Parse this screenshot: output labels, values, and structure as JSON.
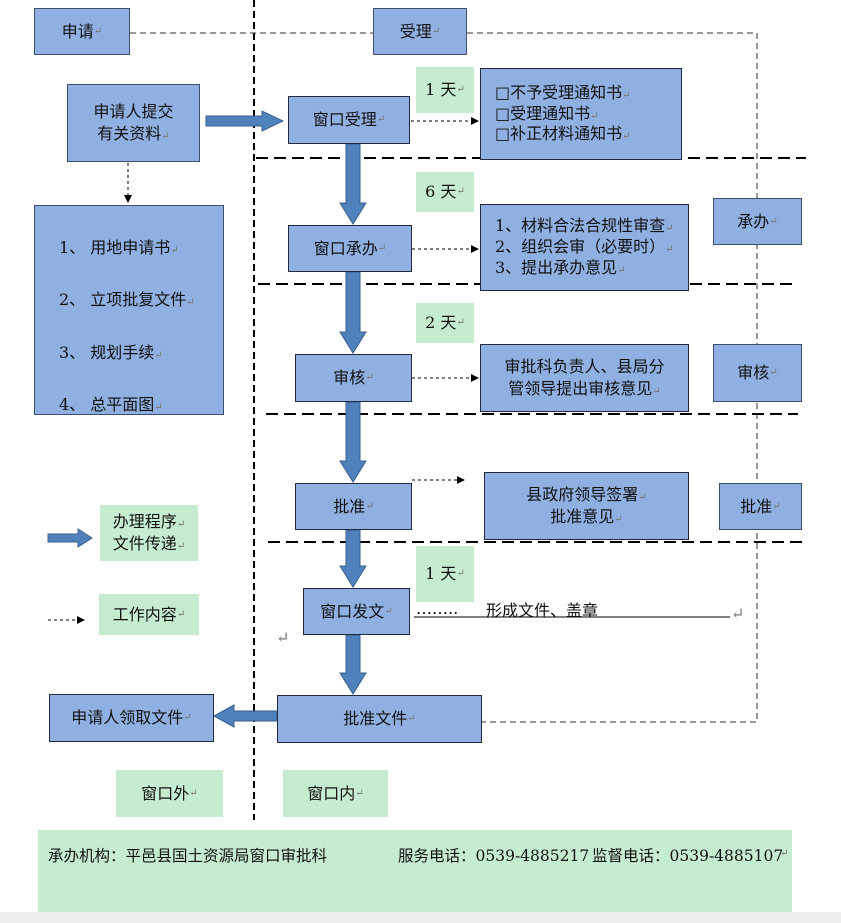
{
  "lanes": {
    "top_left": "申请",
    "top_mid": "受理",
    "outside": "窗口外",
    "inside": "窗口内"
  },
  "left": {
    "submit": [
      "申请人提交",
      "有关资料"
    ],
    "materials": [
      "1、 用地申请书",
      "2、 立项批复文件",
      "3、 规划手续",
      "4、 总平面图"
    ],
    "receive": "申请人领取文件"
  },
  "steps": {
    "accept": "窗口受理",
    "handle": "窗口承办",
    "review": "审核",
    "approve": "批准",
    "issue": "窗口发文",
    "approval_doc": "批准文件"
  },
  "days": {
    "accept": "1 天",
    "handle": "6 天",
    "review": "2 天",
    "issue": "1 天"
  },
  "contents": {
    "accept": [
      "□不予受理通知书",
      "□受理通知书",
      "□补正材料通知书"
    ],
    "handle": [
      "1、材料合法合规性审查",
      "2、组织会审（必要时）",
      "3、提出承办意见"
    ],
    "review": [
      "审批科负责人、县局分",
      "管领导提出审核意见"
    ],
    "approve": [
      "县政府领导签署",
      "批准意见"
    ],
    "issue_dots": "……..",
    "issue_text": "形成文件、盖章"
  },
  "right_labels": {
    "handle": "承办",
    "review": "审核",
    "approve": "批准"
  },
  "legend": {
    "process": [
      "办理程序",
      "文件传递"
    ],
    "work": "工作内容"
  },
  "footer": {
    "org": "承办机构：平邑县国土资源局窗口审批科",
    "service": "服务电话：0539-4885217",
    "supervise": "监督电话：0539-4885107"
  },
  "colors": {
    "box_fill": "#8fb0e0",
    "green_fill": "#c6ecd0",
    "arrow_fill": "#4f81bd"
  }
}
